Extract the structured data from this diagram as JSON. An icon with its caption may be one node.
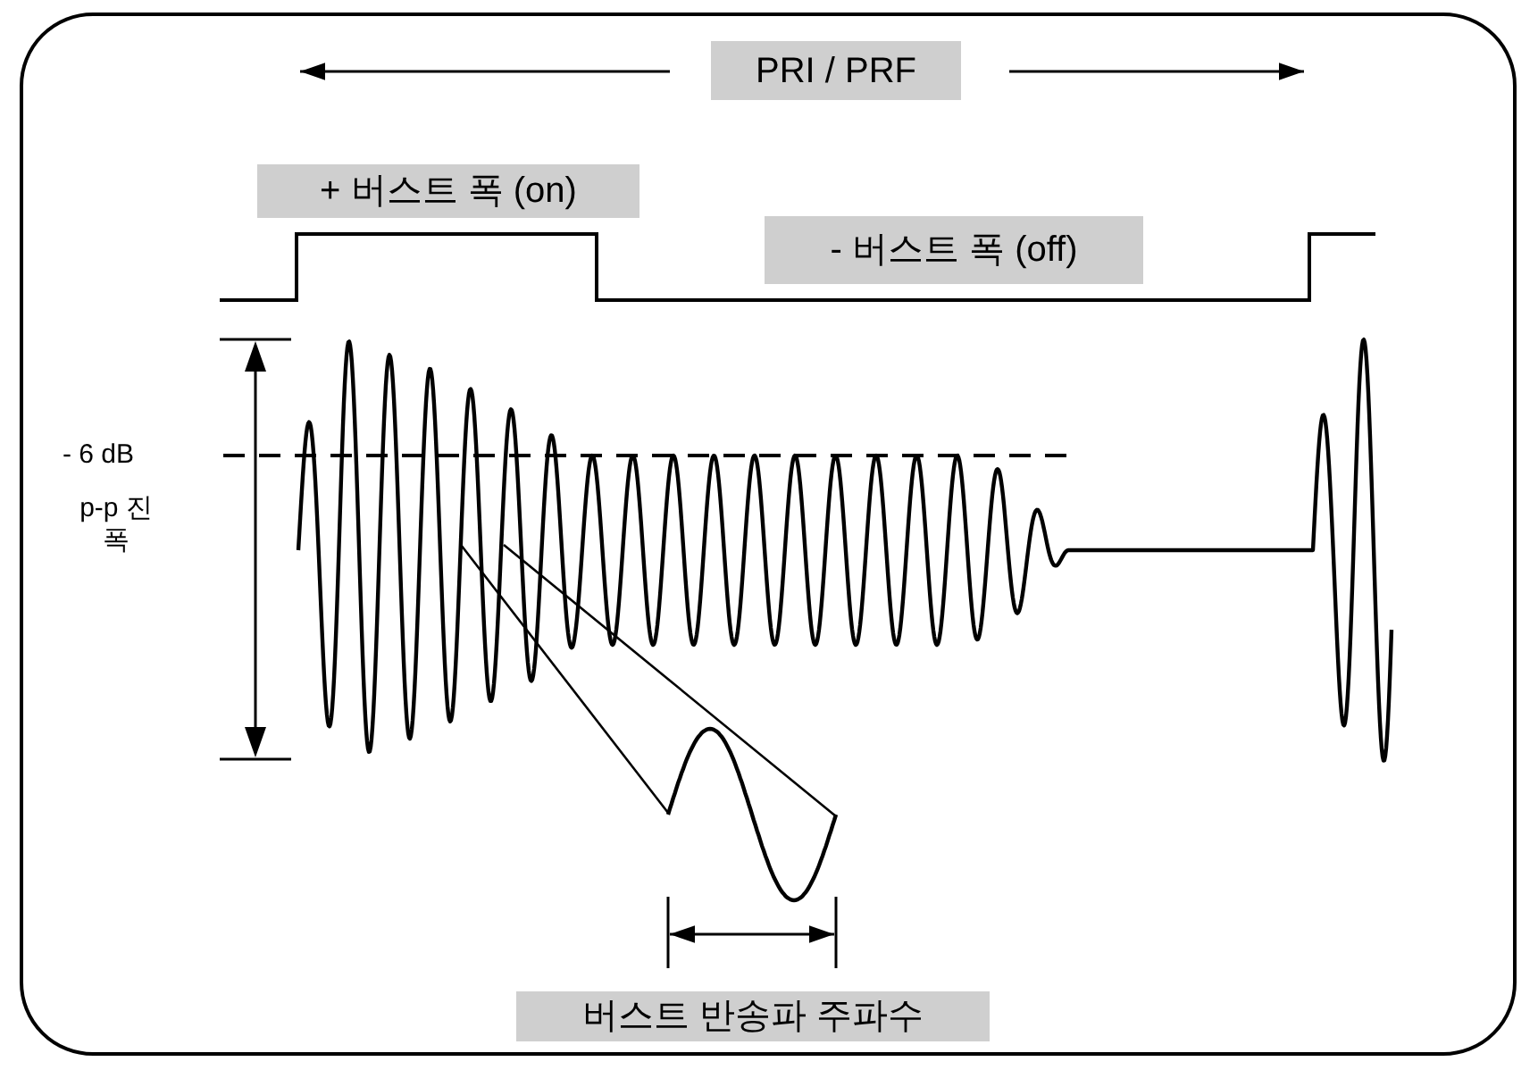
{
  "diagram": {
    "nodes": [
      {
        "text": [
          "PRI / PRF"
        ]
      },
      {
        "text": [
          "+ 버스트 폭 (on)"
        ]
      },
      {
        "text": [
          "- 버스트 폭 (off)"
        ]
      },
      {
        "text": [
          "버스트 반송파 주파수"
        ]
      }
    ],
    "labels": [
      "- 6 dB",
      "p-p 진폭"
    ]
  }
}
